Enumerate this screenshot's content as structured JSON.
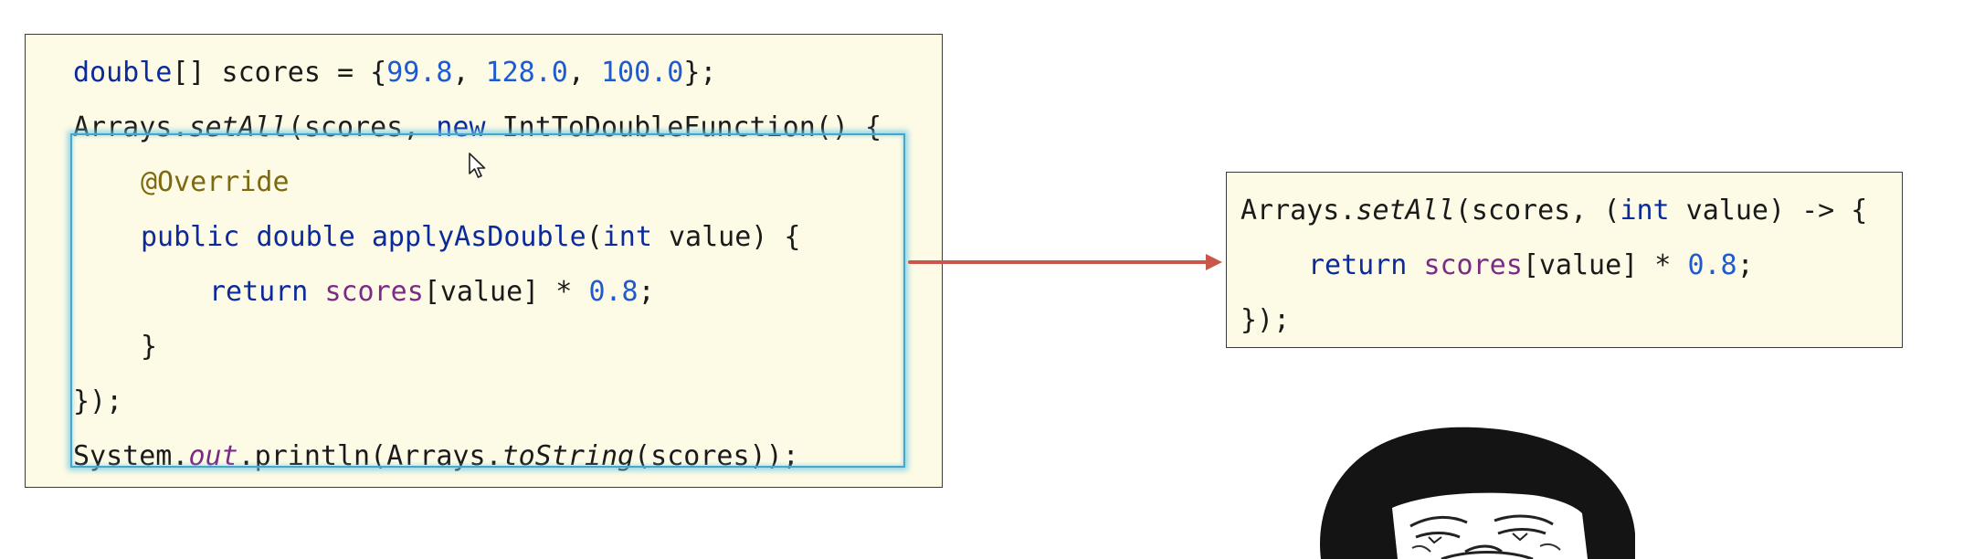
{
  "left_code": {
    "line1": {
      "kw_double": "double",
      "t1": "[] scores = {",
      "n1": "99.8",
      "t2": ", ",
      "n2": "128.0",
      "t3": ", ",
      "n3": "100.0",
      "t4": "};"
    },
    "line2": {
      "t1": "Arrays.",
      "method": "setAll",
      "t2": "(scores, ",
      "kw_new": "new",
      "t3": " IntToDoubleFunction() {"
    },
    "line3": {
      "annotation": "@Override"
    },
    "line4": {
      "kw_public": "public",
      "sp1": " ",
      "kw_double": "double",
      "sp2": " ",
      "method": "applyAsDouble",
      "t1": "(",
      "kw_int": "int",
      "t2": " value) {"
    },
    "line5": {
      "kw_return": "return",
      "sp1": " ",
      "var": "scores",
      "t1": "[value] * ",
      "num": "0.8",
      "t2": ";"
    },
    "line6": {
      "t1": "}"
    },
    "line7": {
      "t1": "});"
    },
    "line8": {
      "t1": "System.",
      "field": "out",
      "t2": ".println(Arrays.",
      "method": "toString",
      "t3": "(scores));"
    }
  },
  "right_code": {
    "line1": {
      "t1": "Arrays.",
      "method": "setAll",
      "t2": "(scores, (",
      "kw_int": "int",
      "t3": " value) -> {"
    },
    "line2": {
      "kw_return": "return",
      "sp1": " ",
      "var": "scores",
      "t1": "[value] * ",
      "num": "0.8",
      "t2": ";"
    },
    "line3": {
      "t1": "});"
    }
  },
  "colors": {
    "panel_bg": "#fdfbe5",
    "keyword": "#0b2a9c",
    "number": "#1f5ad1",
    "variable": "#7a2b86",
    "annotation": "#7d6a10",
    "highlight": "#4aa6c8",
    "arrow": "#c9574a"
  },
  "icons": {
    "arrow": "right-arrow-icon",
    "cursor": "mouse-pointer-icon",
    "meme": "meme-face-illustration"
  }
}
